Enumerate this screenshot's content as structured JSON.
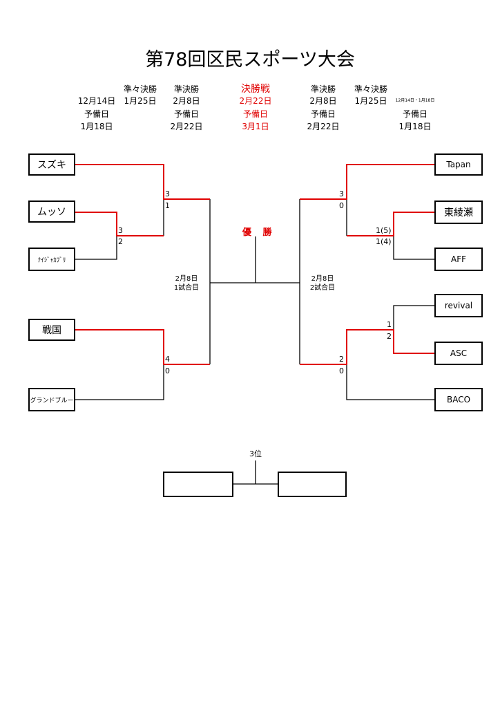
{
  "title": "第78回区民スポーツ大会",
  "schedule": {
    "left_r1": {
      "date": "12月14日",
      "reserve_label": "予備日",
      "reserve_date": "1月18日"
    },
    "left_qf": {
      "label": "準々決勝",
      "date": "1月25日"
    },
    "left_sf": {
      "label": "準決勝",
      "date": "2月8日",
      "reserve_label": "予備日",
      "reserve_date": "2月22日"
    },
    "final": {
      "label": "決勝戦",
      "date": "2月22日",
      "reserve_label": "予備日",
      "reserve_date": "3月1日"
    },
    "right_sf": {
      "label": "準決勝",
      "date": "2月8日",
      "reserve_label": "予備日",
      "reserve_date": "2月22日"
    },
    "right_qf": {
      "label": "準々決勝",
      "date": "1月25日"
    },
    "right_r1": {
      "date": "12月14日・1月18日",
      "reserve_label": "予備日",
      "reserve_date": "1月18日"
    }
  },
  "teams": {
    "suzuki": "スズキ",
    "mussu": "ムッソ",
    "naijakaburi": "ﾅｲｼﾞｬｶﾌﾞﾘ",
    "sengoku": "戦国",
    "grandblue": "グランドブルー",
    "tapan": "Tapan",
    "higashiayase": "東綾瀬",
    "aff": "AFF",
    "revival": "revival",
    "asc": "ASC",
    "baco": "BACO"
  },
  "scores": {
    "l_qf_mussu": "3",
    "l_qf_naija": "2",
    "l_sf1_suzuki": "3",
    "l_sf1_mussu": "1",
    "l_sf2_sengoku": "4",
    "l_sf2_grand": "0",
    "r_qf_higashi": "1(5)",
    "r_qf_aff": "1(4)",
    "r_qf_revival": "1",
    "r_qf_asc": "2",
    "r_sf1_tapan": "3",
    "r_sf1_higashi": "0",
    "r_sf2_asc": "2",
    "r_sf2_baco": "0"
  },
  "labels": {
    "champion": "優 勝",
    "game1_date": "2月8日",
    "game1_name": "1試合目",
    "game2_date": "2月8日",
    "game2_name": "2試合目",
    "third_place": "3位"
  },
  "colors": {
    "winner_line": "#e00000",
    "line": "#000000"
  }
}
